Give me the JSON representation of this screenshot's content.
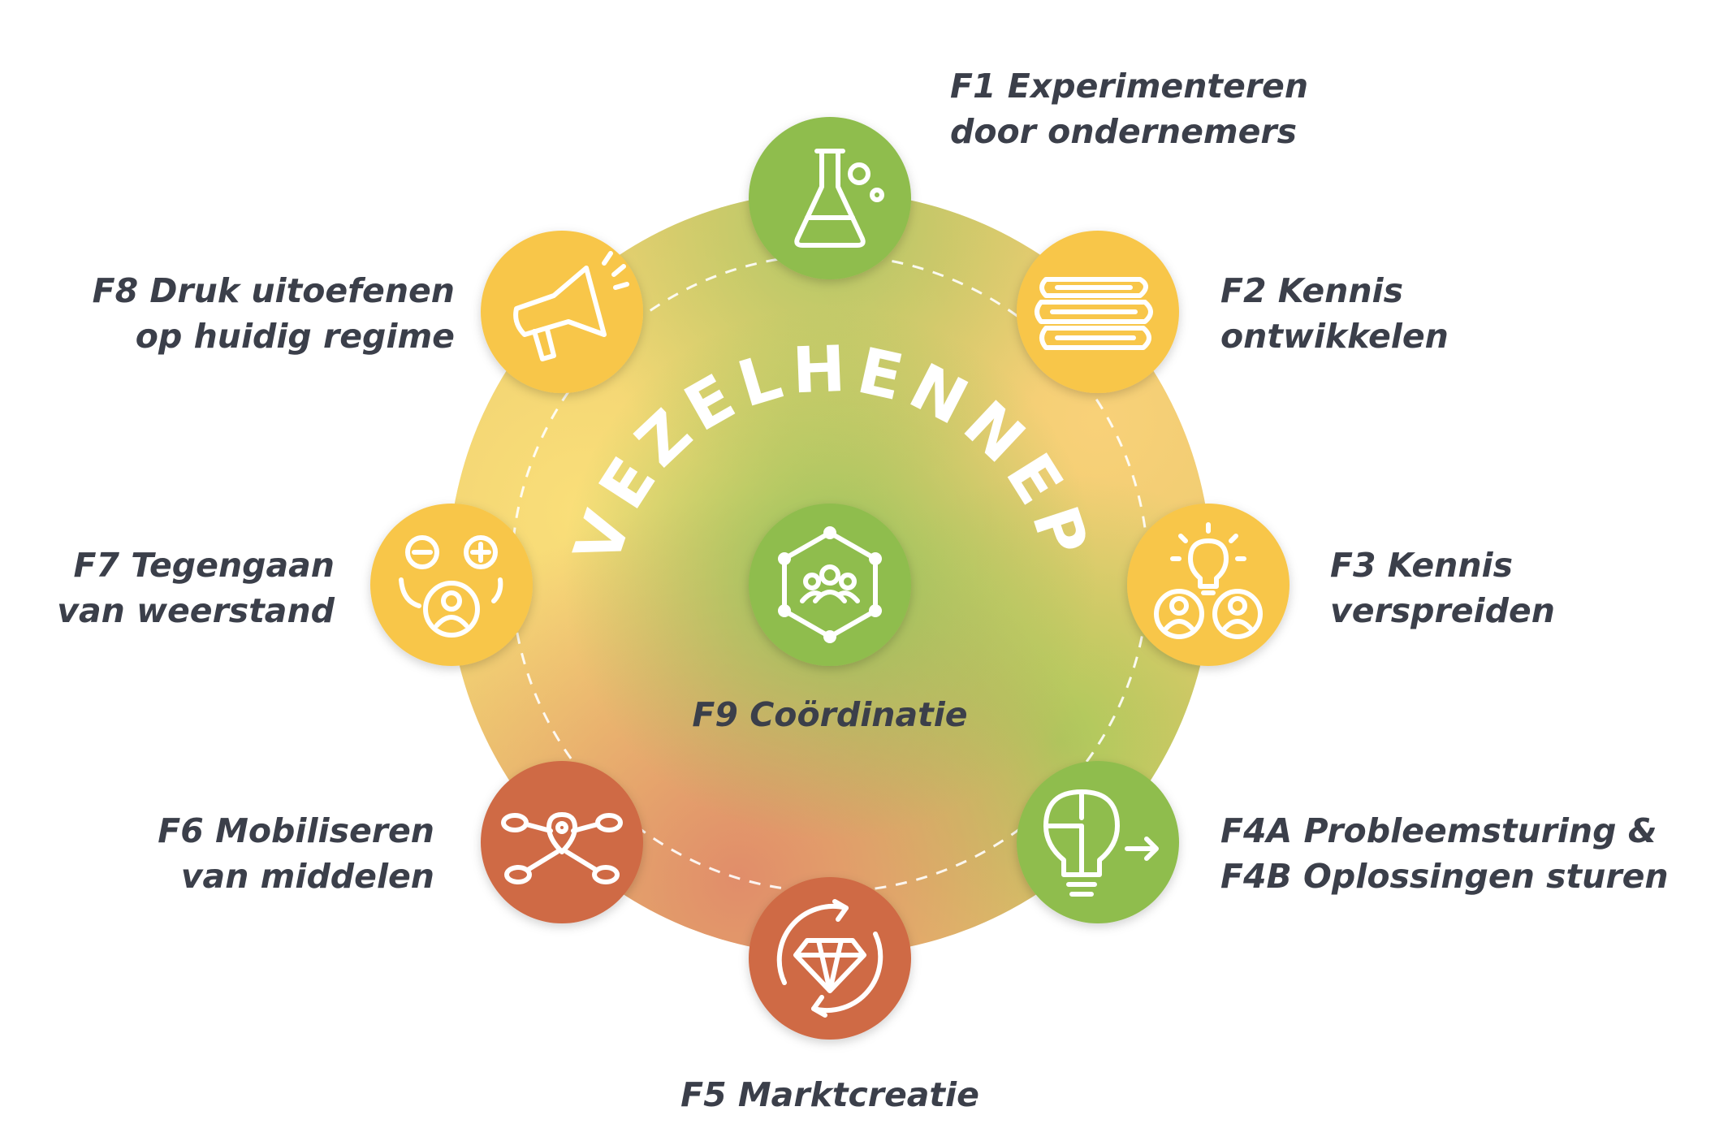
{
  "title": "VEZELHENNEP",
  "colors": {
    "green": "#8fbd4e",
    "yellow": "#f8c64a",
    "orange": "#cf6a44",
    "text": "#3b3f4a"
  },
  "nodes": [
    {
      "id": "f1",
      "lines": [
        "F1 Experimenteren",
        "door ondernemers"
      ],
      "color": "green",
      "icon": "flask-icon"
    },
    {
      "id": "f2",
      "lines": [
        "F2 Kennis",
        "ontwikkelen"
      ],
      "color": "yellow",
      "icon": "books-icon"
    },
    {
      "id": "f3",
      "lines": [
        "F3 Kennis",
        "verspreiden"
      ],
      "color": "yellow",
      "icon": "lightbulb-people-icon"
    },
    {
      "id": "f4",
      "lines": [
        "F4A Probleemsturing &",
        "F4B Oplossingen sturen"
      ],
      "color": "green",
      "icon": "puzzle-bulb-icon"
    },
    {
      "id": "f5",
      "lines": [
        "F5 Marktcreatie"
      ],
      "color": "orange",
      "icon": "diamond-cycle-icon"
    },
    {
      "id": "f6",
      "lines": [
        "F6 Mobiliseren",
        "van middelen"
      ],
      "color": "orange",
      "icon": "network-pin-icon"
    },
    {
      "id": "f7",
      "lines": [
        "F7 Tegengaan",
        "van weerstand"
      ],
      "color": "yellow",
      "icon": "minus-plus-person-icon"
    },
    {
      "id": "f8",
      "lines": [
        "F8 Druk uitoefenen",
        "op huidig regime"
      ],
      "color": "yellow",
      "icon": "megaphone-icon"
    },
    {
      "id": "f9",
      "lines": [
        "F9 Coördinatie"
      ],
      "color": "green",
      "icon": "group-network-icon"
    }
  ]
}
